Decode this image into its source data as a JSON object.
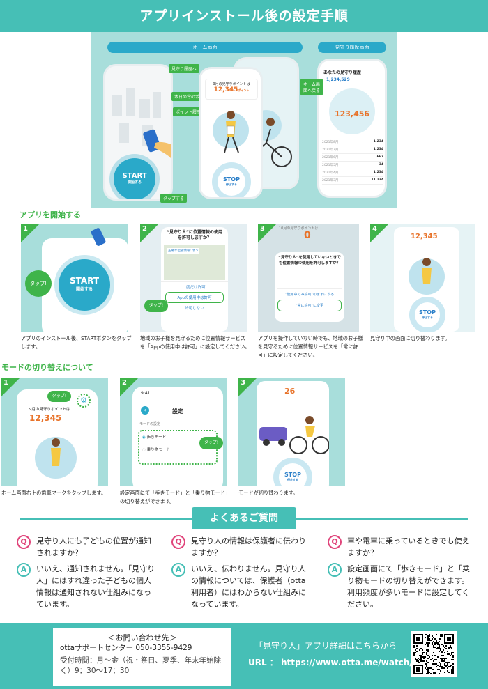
{
  "header": {
    "title": "アプリインストール後の設定手順"
  },
  "hero": {
    "home_label": "ホーム画面",
    "history_label": "見守り履歴画面",
    "callouts": {
      "history": "見守り履歴へ",
      "today_points": "本日の今のポイント",
      "point_history": "ポイント履歴",
      "back_home": "ホーム画面へ戻る",
      "tap": "タップする"
    },
    "start_label": "START",
    "start_sub": "開始する",
    "stop_label": "STOP",
    "stop_sub": "停止する",
    "today_points_label": "9月の見守りポイントは",
    "points_value": "12,345",
    "points_unit": "ポイント",
    "history_title": "あなたの見守り履歴",
    "history_total": "1,234,529",
    "history_month_value": "123,456",
    "history_rows": [
      {
        "date": "2021年8月",
        "value": "1,234"
      },
      {
        "date": "2021年7月",
        "value": "1,234"
      },
      {
        "date": "2021年6月",
        "value": "667"
      },
      {
        "date": "2021年5月",
        "value": "34"
      },
      {
        "date": "2021年4月",
        "value": "1,234"
      },
      {
        "date": "2021年3月",
        "value": "11,234"
      }
    ]
  },
  "section1": {
    "title": "アプリを開始する"
  },
  "steps1": [
    {
      "num": "1",
      "caption": "アプリのインストール後、STARTボタンをタップします。",
      "tap": "タップ!",
      "start": "START",
      "start_sub": "開始する"
    },
    {
      "num": "2",
      "caption": "地域のお子様を見守るために位置情報サービスを「Appの使用中は許可」に設定してください。",
      "dialog_title": "“見守り人”に位置情報の使用を許可しますか？",
      "opt1": "1度だけ許可",
      "opt2": "Appの使用中は許可",
      "opt3": "許可しない",
      "tap": "タップ!",
      "map_label": "正確な位置情報: オン"
    },
    {
      "num": "3",
      "caption": "アプリを操作していない時でも、地域のお子様を見守るために位置情報サービスを「常に許可」に設定してください。",
      "points_label": "10月の見守りポイントは",
      "points_value": "0",
      "dialog_title": "“見守り人”を使用していないときでも位置情報の使用を許可しますか？",
      "opt1": "“使用中のみ許可”のままにする",
      "opt2": "“常に許可”に変更"
    },
    {
      "num": "4",
      "caption": "見守り中の画面に切り替わります。",
      "points_value": "12,345",
      "stop": "STOP",
      "stop_sub": "停止する"
    }
  ],
  "section2": {
    "title": "モードの切り替えについて"
  },
  "steps2": [
    {
      "num": "1",
      "caption": "ホーム画面右上の歯車マークをタップします。",
      "tap": "タップ!",
      "points_label": "9月の見守りポイントは",
      "points_value": "12,345"
    },
    {
      "num": "2",
      "caption": "設定画面にて「歩きモード」と「乗り物モード」の切り替えができます。",
      "time": "9:41",
      "settings_title": "設定",
      "section_label": "モードの設定",
      "walk": "歩きモード",
      "vehicle": "乗り物モード",
      "tap": "タップ!"
    },
    {
      "num": "3",
      "caption": "モードが切り替わります。",
      "points_value": "26",
      "stop": "STOP",
      "stop_sub": "停止する"
    }
  ],
  "faq": {
    "title": "よくあるご質問",
    "items": [
      {
        "q": "見守り人にも子どもの位置が通知されますか？",
        "a": "いいえ、通知されません。「見守り人」にはすれ違った子どもの個人情報は通知されない仕組みになっています。"
      },
      {
        "q": "見守り人の情報は保護者に伝わりますか？",
        "a": "いいえ、伝わりません。見守り人の情報については、保護者（otta利用者）にはわからない仕組みになっています。"
      },
      {
        "q": "車や電車に乗っているときでも使えますか？",
        "a": "設定画面にて「歩きモード」と「乗り物モードの切り替えができます。利用頻度が多いモードに設定してください。"
      }
    ],
    "q_mark": "Q",
    "a_mark": "A"
  },
  "footer": {
    "contact_title": "＜お問い合わせ先＞",
    "contact_center": "ottaサポートセンター 050-3355-9429",
    "hours": "受付時間：月～金（祝・祭日、夏季、年末年始除く）9：30～17：30",
    "details": "「見守り人」アプリ詳細はこちらから",
    "url_label": "URL ：",
    "url": "https://www.otta.me/watch/"
  },
  "colors": {
    "teal": "#46bfb6",
    "green": "#3fb44a",
    "blue": "#2aa9c9",
    "pink": "#e0457b"
  }
}
